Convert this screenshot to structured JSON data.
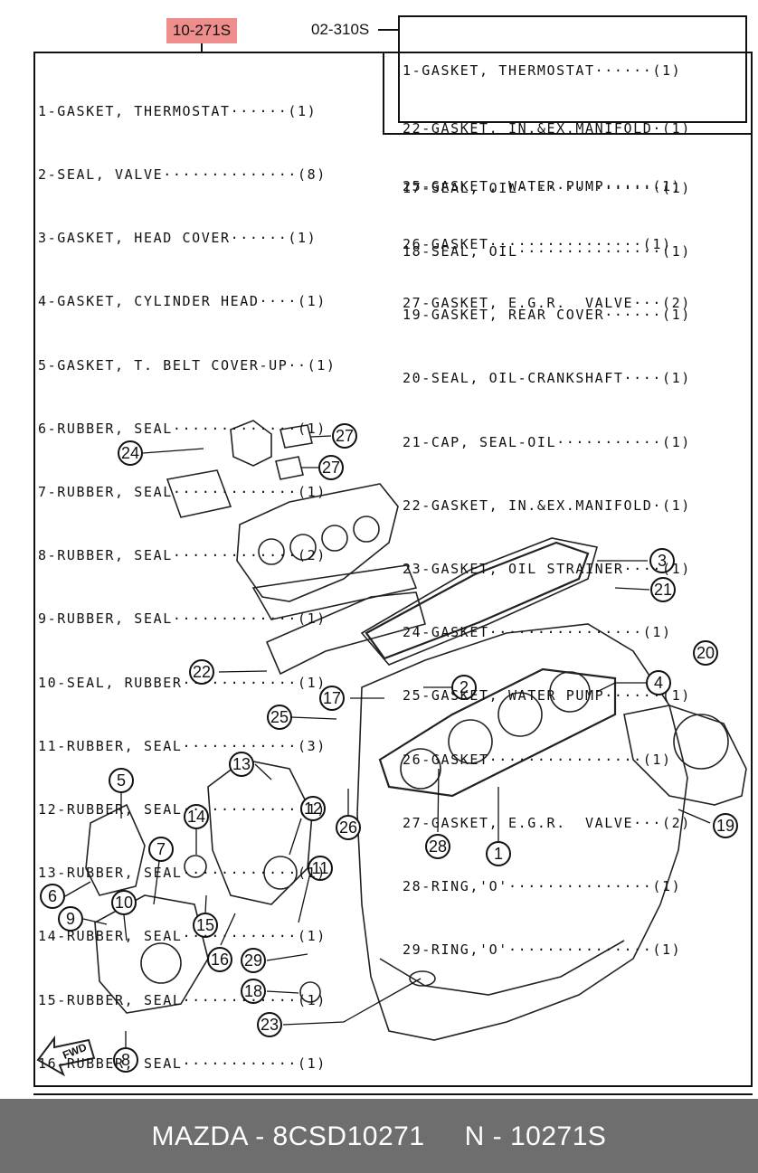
{
  "header": {
    "kit_code": "10-271S",
    "sub_kit_code": "02-310S"
  },
  "parts_main": [
    "1-GASKET, THERMOSTAT······(1)",
    "2-SEAL, VALVE··············(8)",
    "3-GASKET, HEAD COVER······(1)",
    "4-GASKET, CYLINDER HEAD····(1)",
    "5-GASKET, T. BELT COVER-UP··(1)",
    "6-RUBBER, SEAL·············(1)",
    "7-RUBBER, SEAL·············(1)",
    "8-RUBBER, SEAL·············(2)",
    "9-RUBBER, SEAL·············(1)",
    "10-SEAL, RUBBER············(1)",
    "11-RUBBER, SEAL············(3)",
    "12-RUBBER, SEAL············(1)",
    "13-RUBBER, SEAL············(1)",
    "14-RUBBER, SEAL············(1)",
    "15-RUBBER, SEAL············(1)",
    "16-RUBBER, SEAL············(1)"
  ],
  "parts_subkit": [
    "1-GASKET, THERMOSTAT······(1)",
    "22-GASKET, IN.&EX.MANIFOLD·(1)",
    "25-GASKET, WATER PUMP·····(1)",
    "26-GASKET················(1)",
    "27-GASKET, E.G.R.  VALVE···(2)"
  ],
  "parts_right": [
    "17-SEAL, OIL···············(1)",
    "18-SEAL, OIL···············(1)",
    "19-GASKET, REAR COVER······(1)",
    "20-SEAL, OIL-CRANKSHAFT····(1)",
    "21-CAP, SEAL-OIL···········(1)",
    "22-GASKET, IN.&EX.MANIFOLD·(1)",
    "23-GASKET, OIL STRAINER····(1)",
    "24-GASKET················(1)",
    "25-GASKET, WATER PUMP······(1)",
    "26-GASKET················(1)",
    "27-GASKET, E.G.R.  VALVE···(2)",
    "28-RING,'O'···············(1)",
    "29-RING,'O'···············(1)"
  ],
  "callouts": [
    "24",
    "27",
    "27",
    "3",
    "21",
    "20",
    "22",
    "2",
    "17",
    "4",
    "25",
    "13",
    "5",
    "12",
    "14",
    "7",
    "26",
    "28",
    "1",
    "19",
    "11",
    "6",
    "10",
    "9",
    "15",
    "16",
    "29",
    "18",
    "23",
    "8"
  ],
  "fwd_label": "FWD",
  "footer": {
    "text": "MAZDA - 8CSD10271     N - 10271S"
  }
}
